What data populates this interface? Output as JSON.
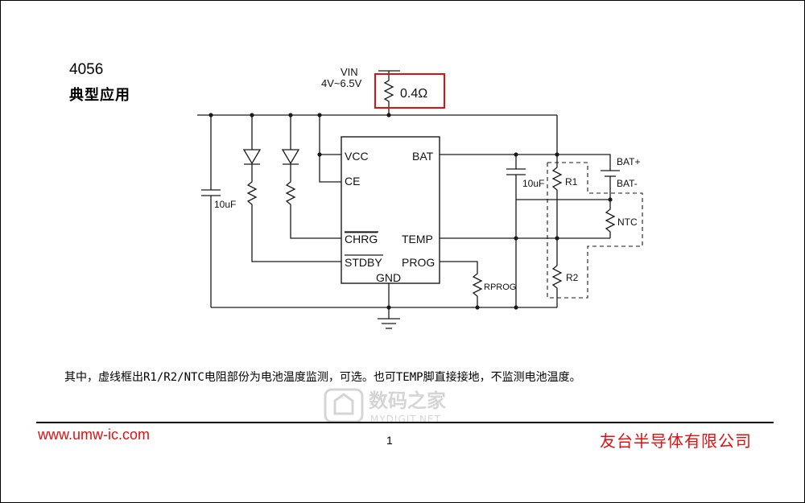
{
  "header": {
    "title": "4056",
    "subtitle": "典型应用"
  },
  "schematic": {
    "vin_label": "VIN",
    "vin_range": "4V~6.5V",
    "sense_resistor": "0.4Ω",
    "highlight_color": "#e01010",
    "chip_pins_left": [
      "VCC",
      "CE",
      "CHRG",
      "STDBY"
    ],
    "chip_pins_right": [
      "BAT",
      "TEMP",
      "PROG"
    ],
    "chip_pin_bottom": "GND",
    "cap_left": "10uF",
    "cap_right": "10uF",
    "rprog": "RPROG",
    "r1": "R1",
    "r2": "R2",
    "ntc": "NTC",
    "bat_plus": "BAT+",
    "bat_minus": "BAT-"
  },
  "note": "其中，虚线框出R1/R2/NTC电阻部份为电池温度监测，可选。也可TEMP脚直接接地，不监测电池温度。",
  "footer": {
    "website": "www.umw-ic.com",
    "page": "1",
    "company": "友台半导体有限公司"
  },
  "watermark": {
    "brand_cn": "数码之家",
    "brand_en": "MYDIGIT.NET"
  }
}
